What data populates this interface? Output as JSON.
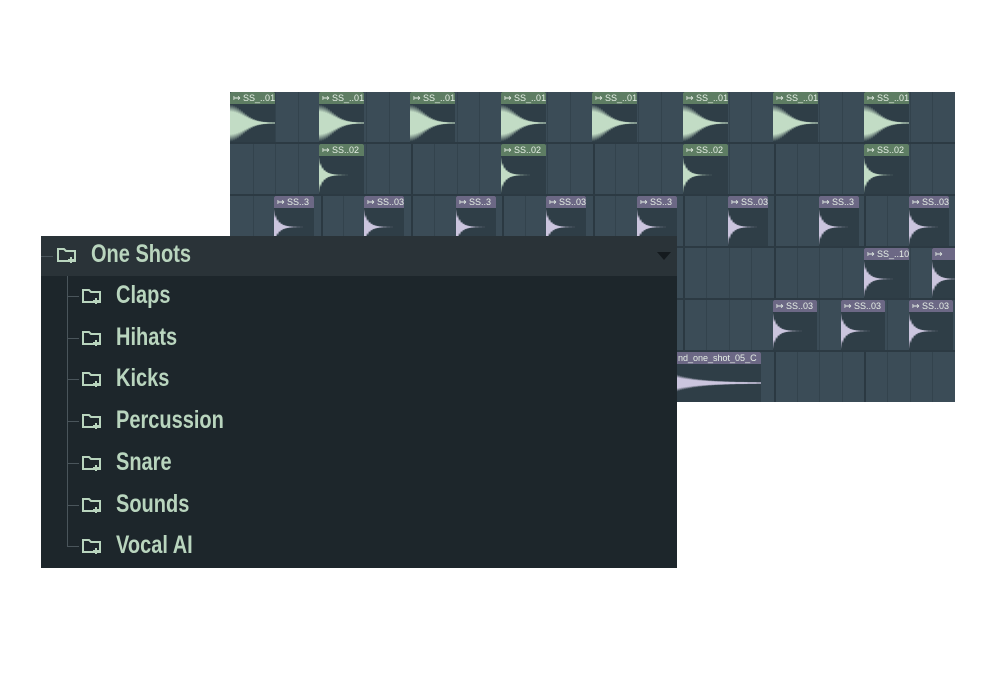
{
  "playlist": {
    "tracks": [
      {
        "color": "#5e7d63",
        "wave": "#c2dcc5",
        "clips": [
          "SS_..01",
          "SS_..01",
          "SS_..01",
          "SS_..01",
          "SS_..01",
          "SS_..01",
          "SS_..01",
          "SS_..01"
        ]
      },
      {
        "color": "#5e7d63",
        "wave": "#c2dcc5",
        "clips": [
          "SS..02",
          "SS..02",
          "SS..02",
          "SS..02"
        ]
      },
      {
        "color": "#6c6885",
        "wave": "#cbc5de",
        "clips": [
          "SS..3",
          "SS..03",
          "SS..3",
          "SS..03",
          "SS..3",
          "SS..03",
          "SS..3",
          "SS..03"
        ]
      },
      {
        "color": "#6c6885",
        "wave": "#cbc5de",
        "clips": [
          "SS_..10",
          ""
        ]
      },
      {
        "color": "#6c6885",
        "wave": "#cbc5de",
        "clips": [
          "SS..03",
          "SS..03",
          "SS..03"
        ]
      },
      {
        "color": "#6c6885",
        "wave": "#cbc5de",
        "clips": [
          "nd_one_shot_05_C"
        ]
      }
    ]
  },
  "browser": {
    "root": "One Shots",
    "folders": [
      "Claps",
      "Hihats",
      "Kicks",
      "Percussion",
      "Snare",
      "Sounds",
      "Vocal AI"
    ]
  }
}
